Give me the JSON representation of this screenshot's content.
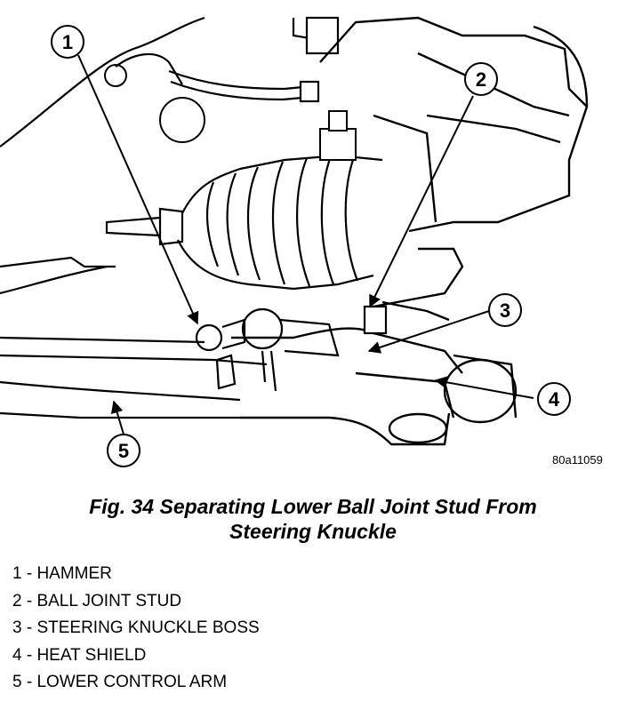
{
  "figure": {
    "code": "80a11059",
    "caption_line1": "Fig. 34 Separating Lower Ball Joint Stud From",
    "caption_line2": "Steering Knuckle"
  },
  "callouts": [
    {
      "number": "1",
      "label": "HAMMER"
    },
    {
      "number": "2",
      "label": "BALL JOINT STUD"
    },
    {
      "number": "3",
      "label": "STEERING KNUCKLE BOSS"
    },
    {
      "number": "4",
      "label": "HEAT SHIELD"
    },
    {
      "number": "5",
      "label": "LOWER CONTROL ARM"
    }
  ],
  "legend": [
    "1 - HAMMER",
    "2 - BALL JOINT STUD",
    "3 - STEERING KNUCKLE BOSS",
    "4 - HEAT SHIELD",
    "5 - LOWER CONTROL ARM"
  ]
}
